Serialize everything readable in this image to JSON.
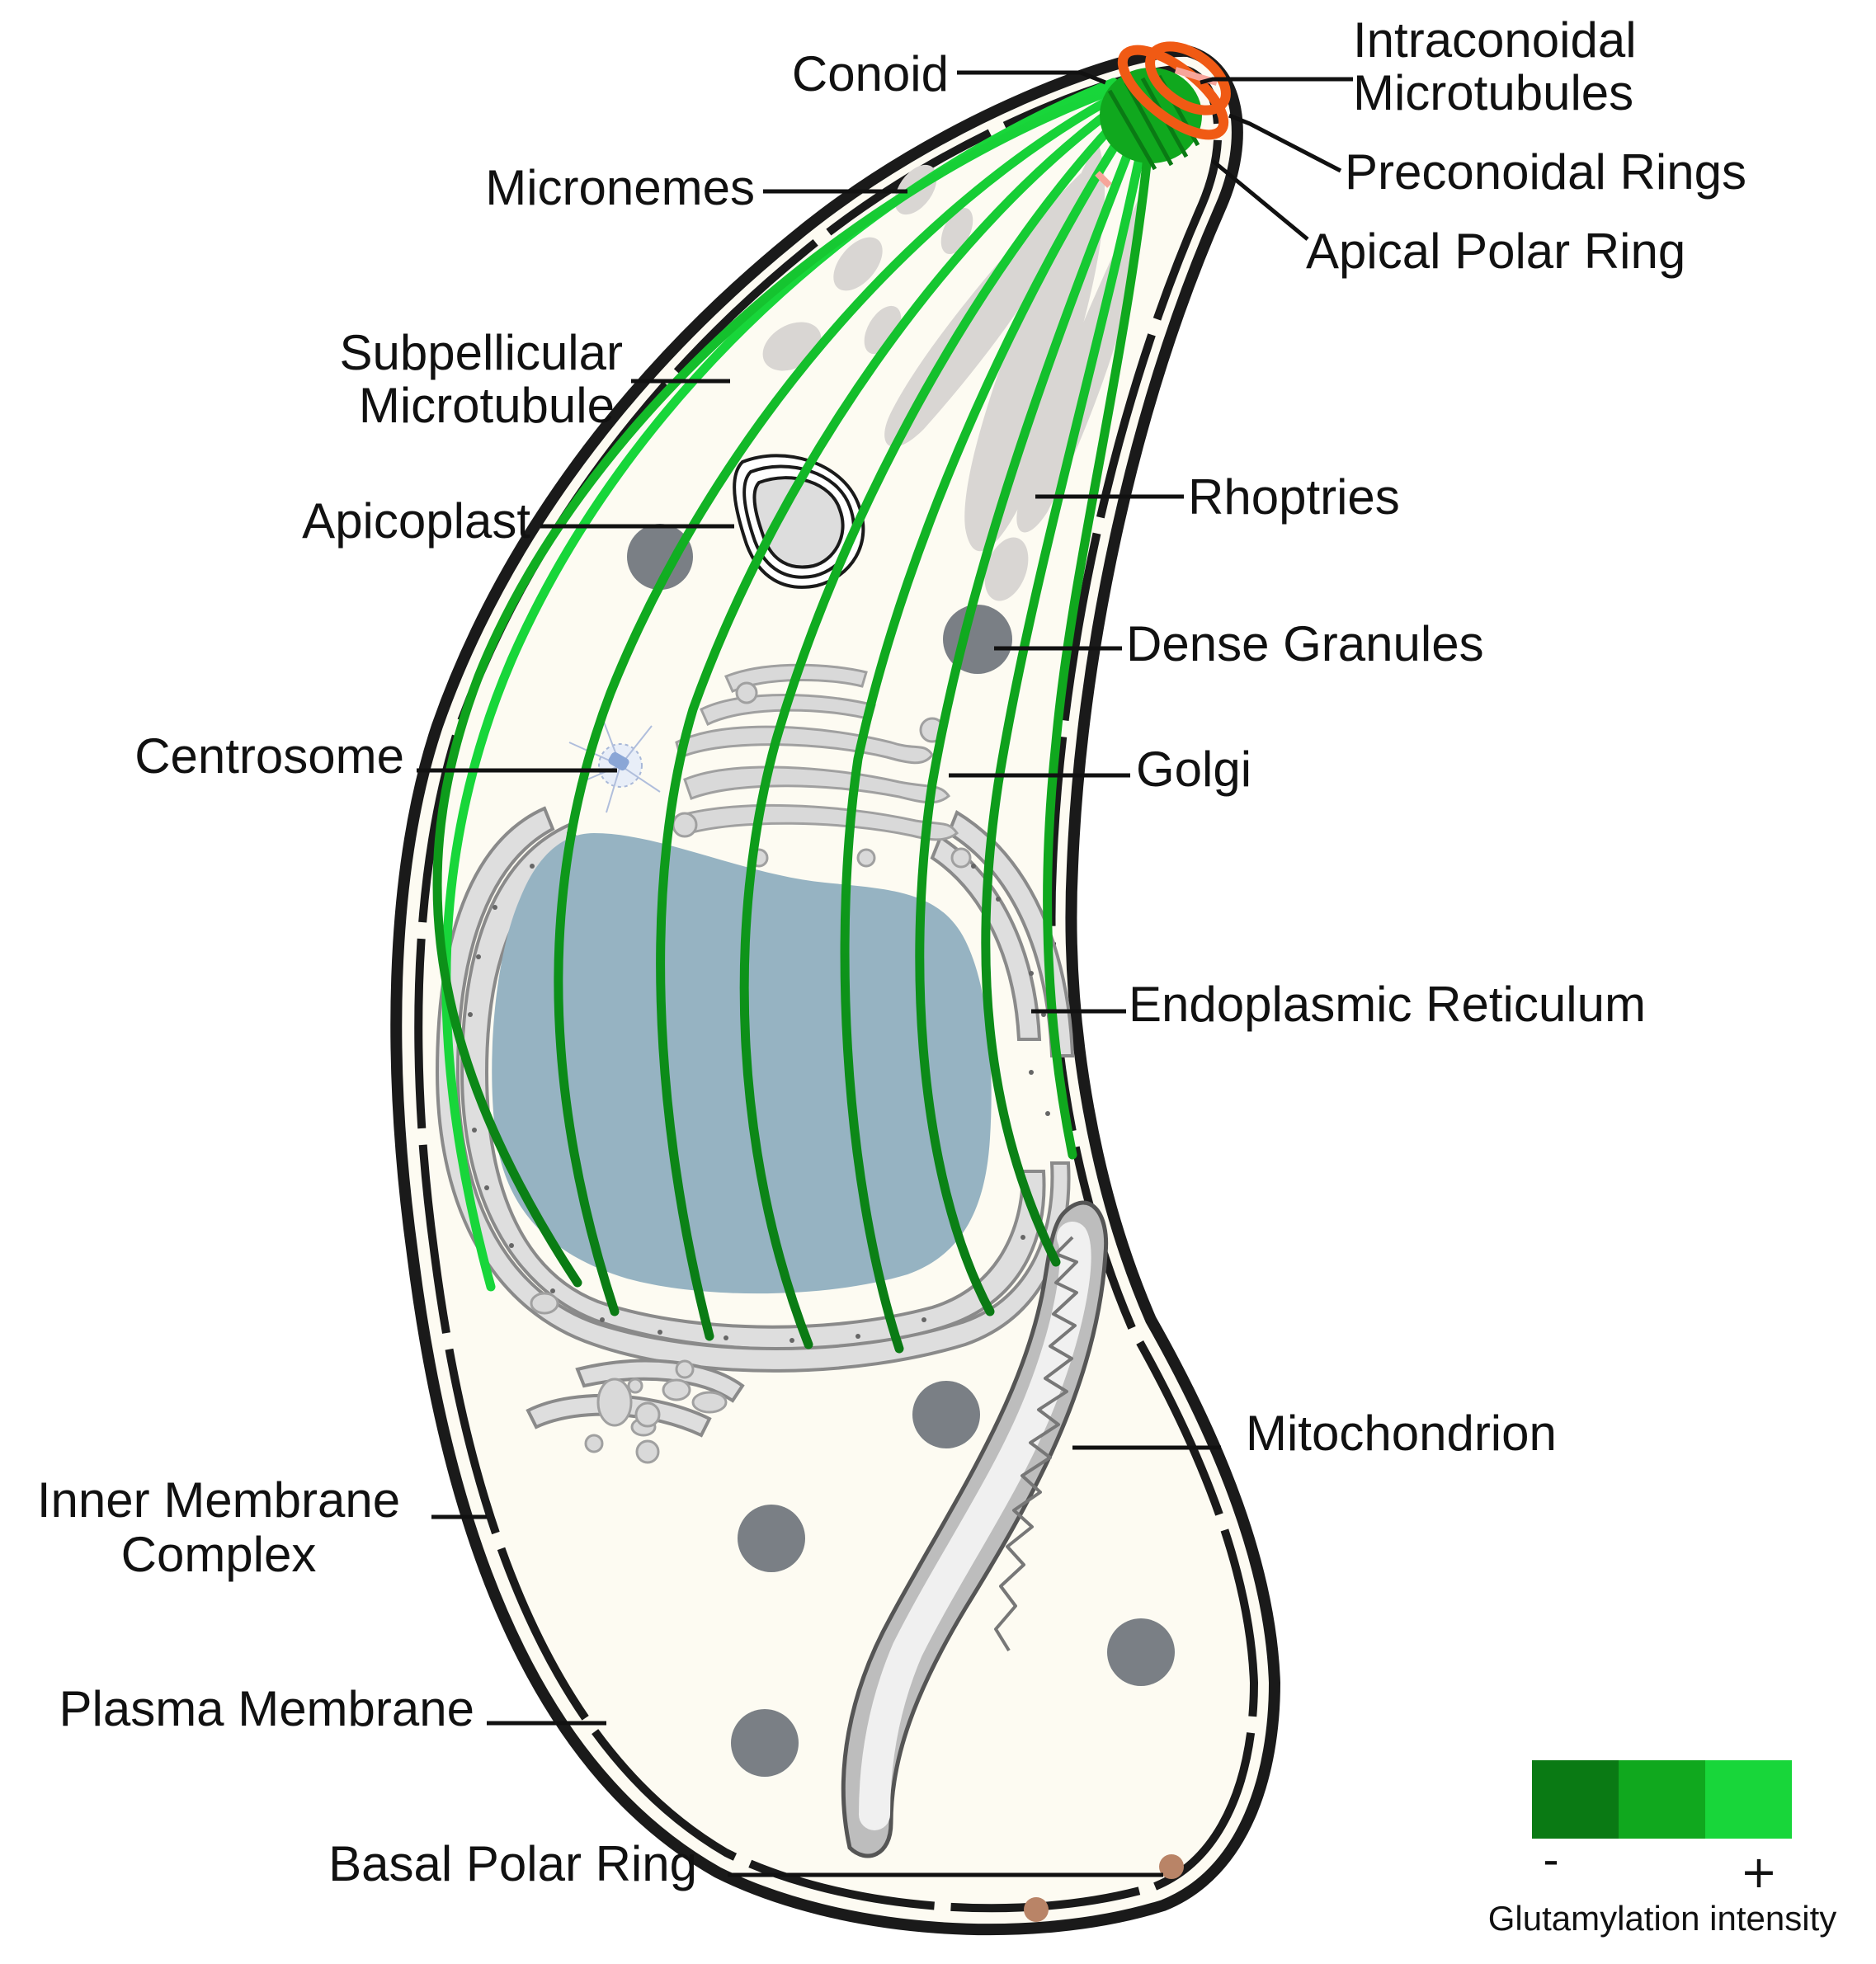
{
  "labels": {
    "conoid": "Conoid",
    "intraconoidal_1": "Intraconoidal",
    "intraconoidal_2": "Microtubules",
    "micronemes": "Micronemes",
    "preconoidal_rings": "Preconoidal Rings",
    "apical_polar_ring": "Apical Polar Ring",
    "subpellicular_1": "Subpellicular",
    "subpellicular_2": "Microtubule",
    "rhoptries": "Rhoptries",
    "apicoplast": "Apicoplast",
    "dense_granules": "Dense Granules",
    "centrosome": "Centrosome",
    "golgi": "Golgi",
    "endoplasmic_reticulum": "Endoplasmic Reticulum",
    "mitochondrion": "Mitochondrion",
    "inner_membrane_1": "Inner Membrane",
    "inner_membrane_2": "Complex",
    "plasma_membrane": "Plasma Membrane",
    "basal_polar_ring": "Basal Polar Ring"
  },
  "legend": {
    "title": "Glutamylation intensity",
    "minus": "-",
    "plus": "+",
    "colors": [
      "#0a7a14",
      "#10a81e",
      "#18d63a"
    ]
  },
  "colors": {
    "cell_fill": "#fdfbf2",
    "membrane": "#1a1a1a",
    "nucleus": "#96b3c2",
    "organelle_gray": "#7a7f85",
    "rhoptry": "#d9d6d3",
    "conoid_ring": "#f05a14",
    "basal_ring": "#b98467",
    "centrosome": "#8aa6d6"
  }
}
